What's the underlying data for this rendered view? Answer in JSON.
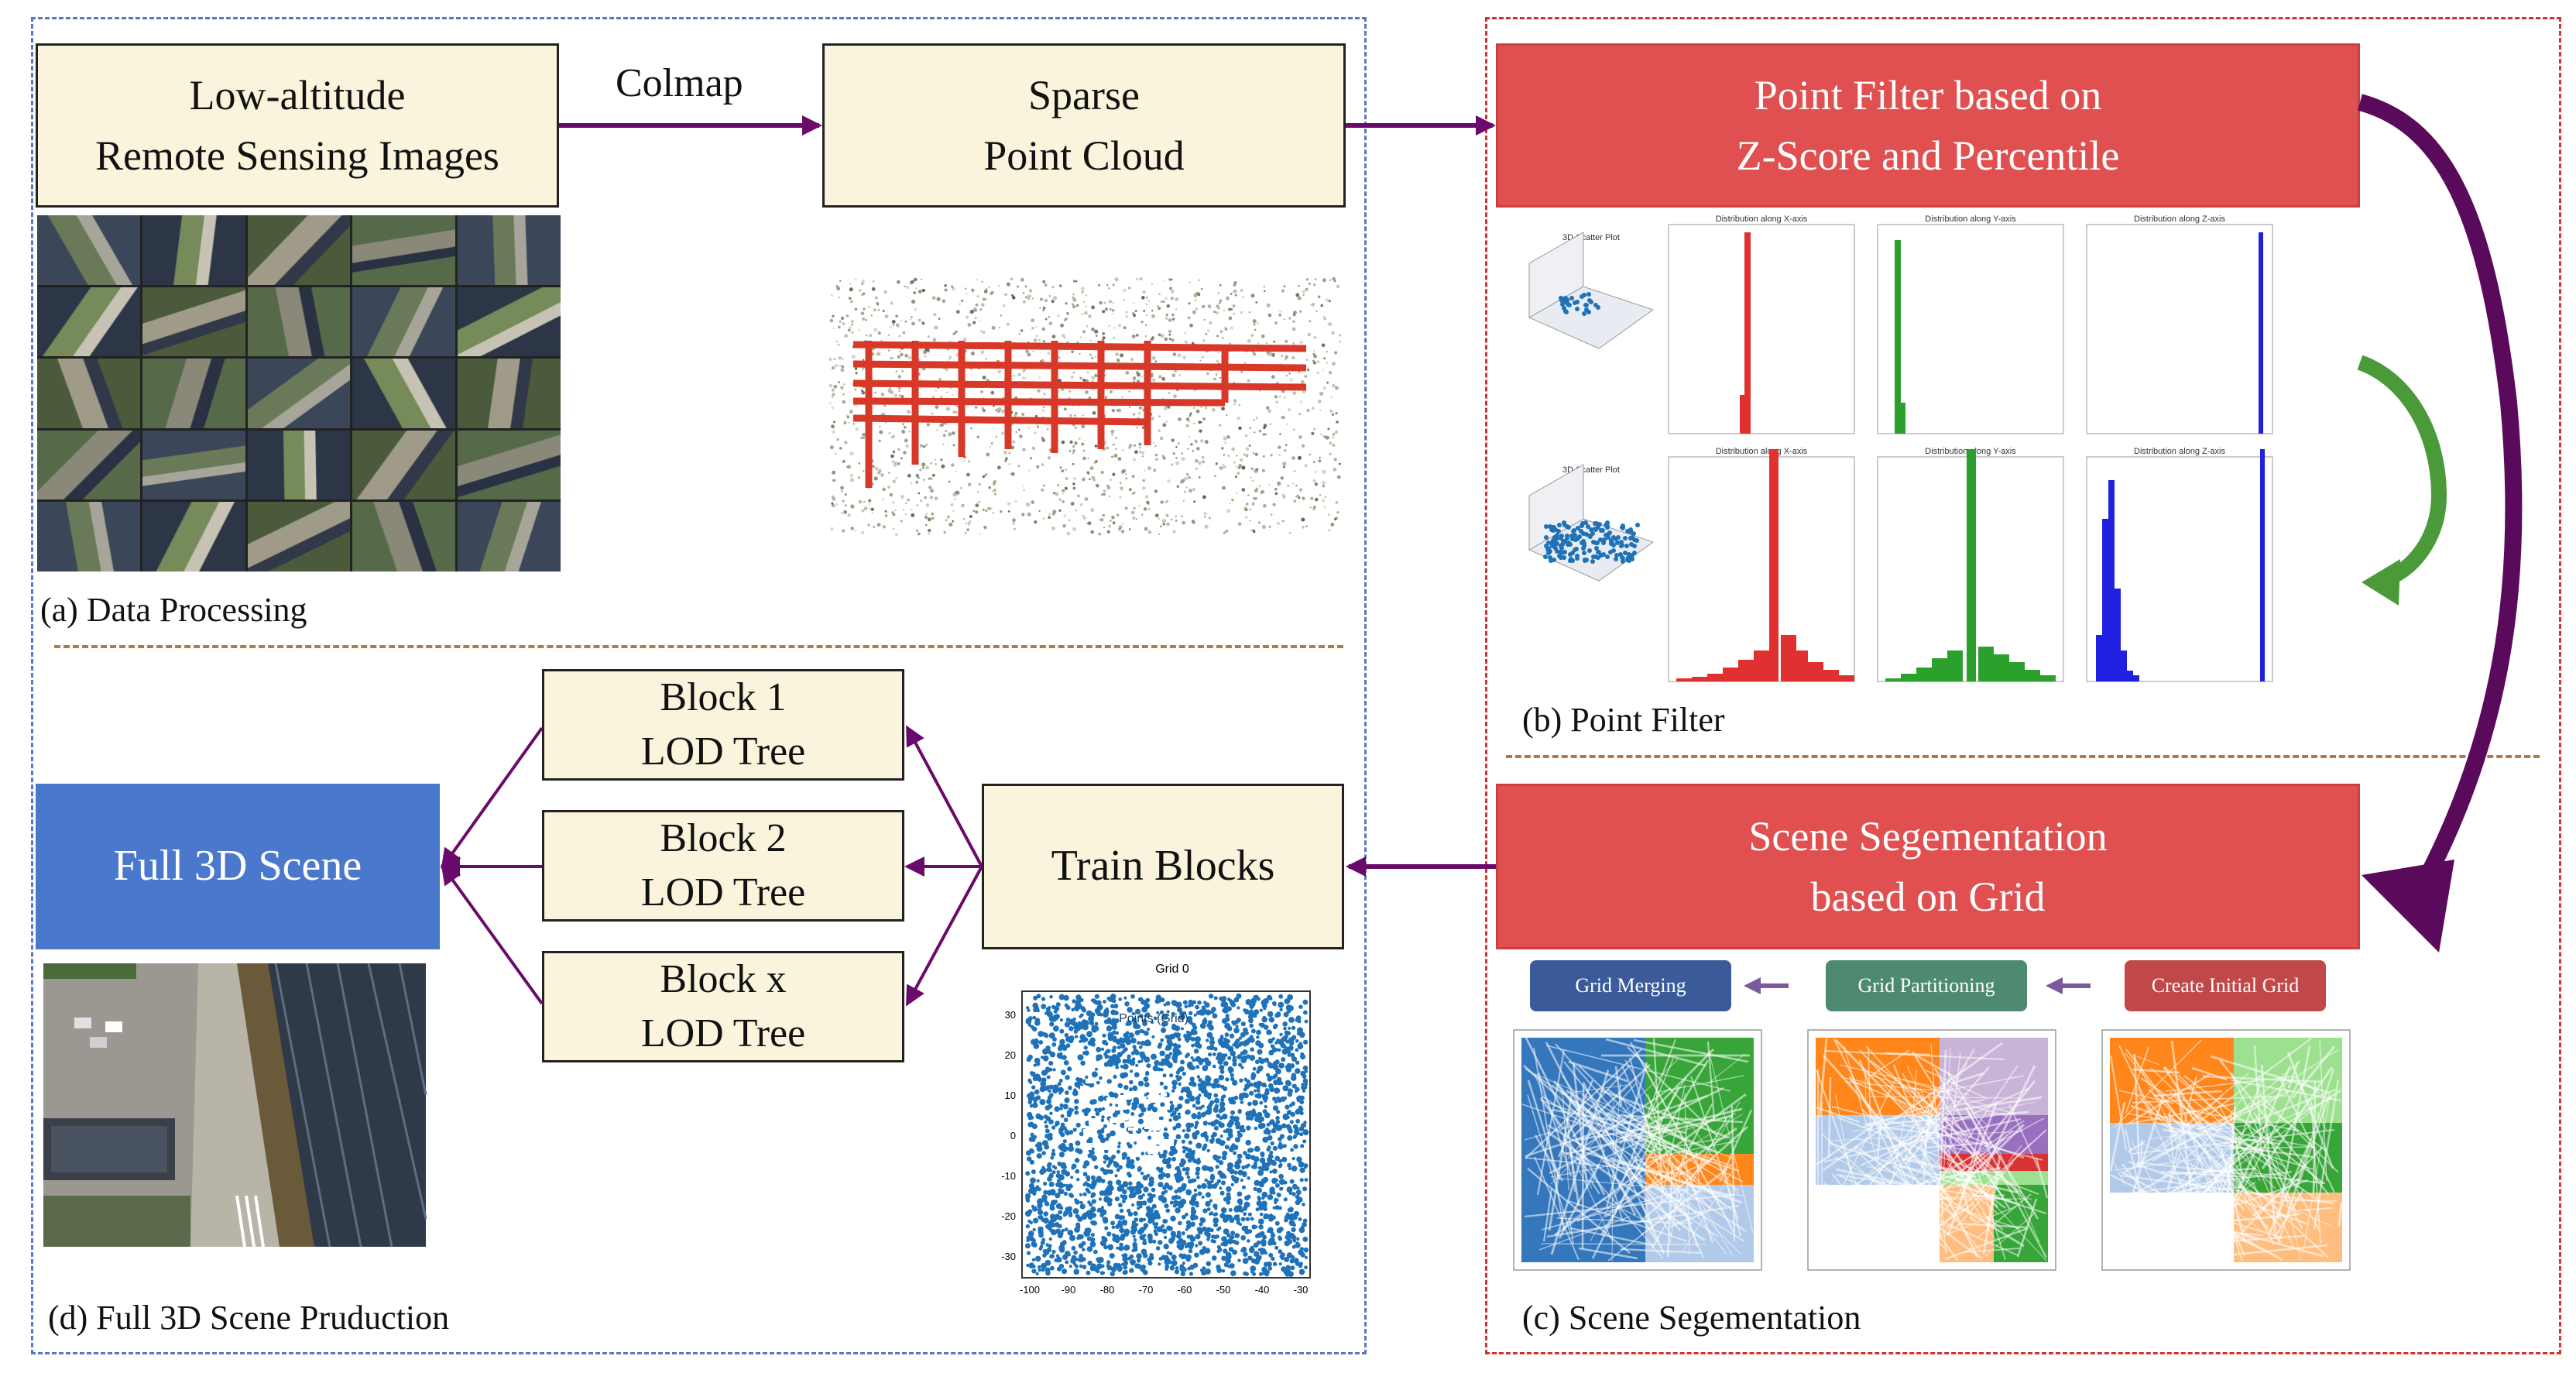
{
  "panels": {
    "a_caption": "(a) Data Processing",
    "b_caption": "(b) Point Filter",
    "c_caption": "(c) Scene Segementation",
    "d_caption": "(d) Full 3D Scene Pruduction"
  },
  "boxes": {
    "images": [
      "Low-altitude",
      "Remote Sensing Images"
    ],
    "sparse": [
      "Sparse",
      "Point Cloud"
    ],
    "point_filter": [
      "Point Filter based on",
      "Z-Score and Percentile"
    ],
    "scene_seg": [
      "Scene Segementation",
      "based on Grid"
    ],
    "train_blocks": "Train Blocks",
    "full_scene": "Full 3D Scene",
    "block1": [
      "Block 1",
      "LOD Tree"
    ],
    "block2": [
      "Block 2",
      "LOD Tree"
    ],
    "blockx": [
      "Block x",
      "LOD Tree"
    ]
  },
  "arrows": {
    "colmap": "Colmap"
  },
  "grid_steps": {
    "merging": "Grid Merging",
    "partitioning": "Grid Partitioning",
    "initial": "Create Initial Grid"
  },
  "colors": {
    "panel_a_border": "#5a78c0",
    "panel_b_border": "#d33030",
    "flow_arrow": "#6a0a6a",
    "red_box": "#e05050",
    "blue_box": "#4a78cc",
    "beige_box": "#fbf4dc",
    "green_arrow": "#4a9a3a",
    "chip_blue": "#3a5a9a",
    "chip_green": "#4e8a72",
    "chip_red": "#c04848"
  },
  "grid_plot": {
    "title": "Grid 0",
    "overlay_label": "Points (Grid)",
    "y_ticks": [
      "30",
      "20",
      "10",
      "0",
      "-10",
      "-20",
      "-30"
    ],
    "x_ticks": [
      "-100",
      "-90",
      "-80",
      "-70",
      "-60",
      "-50",
      "-40",
      "-30"
    ]
  },
  "histograms": {
    "scatter_title": "3D Scatter Plot",
    "x_title": "Distribution along X-axis",
    "y_title": "Distribution along Y-axis",
    "z_title": "Distribution along Z-axis"
  }
}
